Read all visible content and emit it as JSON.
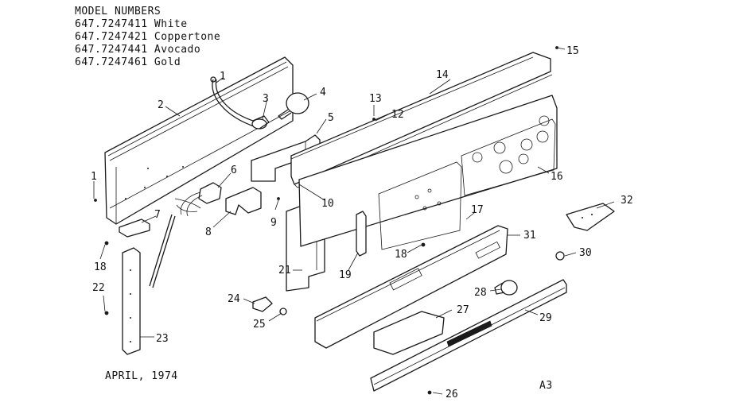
{
  "header": {
    "title": "MODEL NUMBERS",
    "models": [
      "647.7247411 White",
      "647.7247421 Coppertone",
      "647.7247441 Avocado",
      "647.7247461 Gold"
    ]
  },
  "footer": {
    "date": "APRIL, 1974",
    "page_code": "A3"
  },
  "callouts": {
    "c1a": "1",
    "c1b": "1",
    "c2": "2",
    "c3": "3",
    "c4": "4",
    "c5": "5",
    "c6": "6",
    "c7": "7",
    "c8": "8",
    "c9": "9",
    "c10": "10",
    "c12": "12",
    "c13": "13",
    "c14": "14",
    "c15": "15",
    "c16": "16",
    "c17": "17",
    "c18a": "18",
    "c18b": "18",
    "c19": "19",
    "c21": "21",
    "c22": "22",
    "c23": "23",
    "c24": "24",
    "c25": "25",
    "c26": "26",
    "c27": "27",
    "c28": "28",
    "c29": "29",
    "c30": "30",
    "c31": "31",
    "c32": "32"
  }
}
